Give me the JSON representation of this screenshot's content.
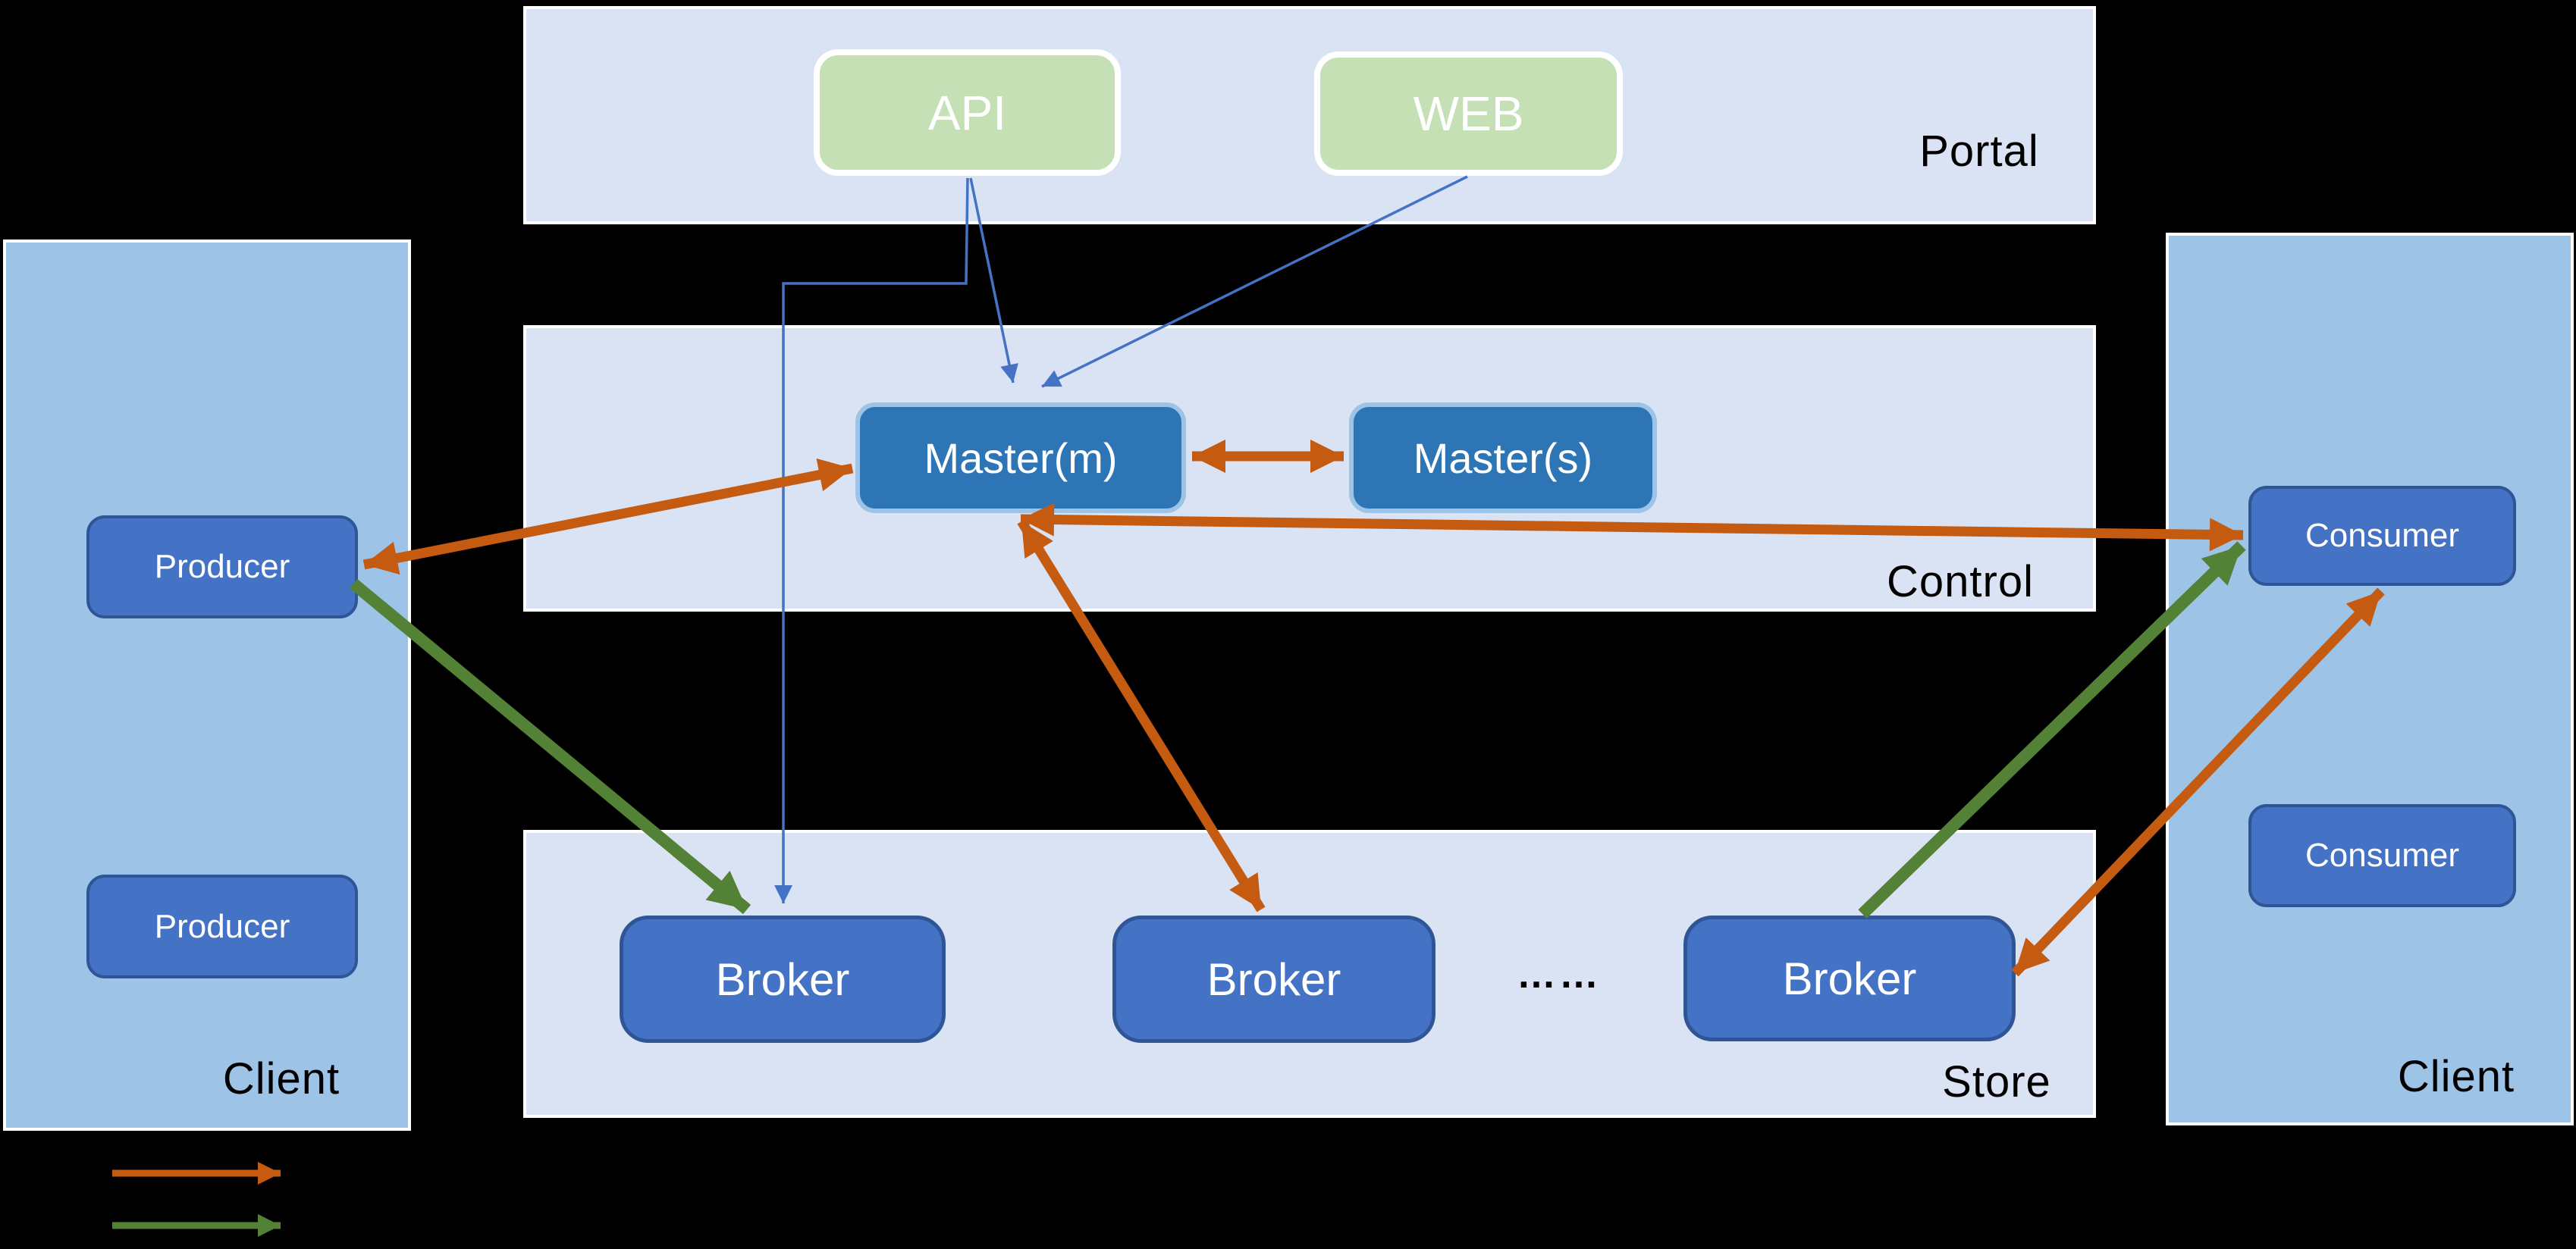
{
  "bands": {
    "portal": "Portal",
    "control": "Control",
    "store": "Store",
    "client_left": "Client",
    "client_right": "Client"
  },
  "nodes": {
    "api": "API",
    "web": "WEB",
    "master_m": "Master(m)",
    "master_s": "Master(s)",
    "producer_1": "Producer",
    "producer_2": "Producer",
    "consumer_1": "Consumer",
    "consumer_2": "Consumer",
    "broker_1": "Broker",
    "broker_2": "Broker",
    "broker_3": "Broker",
    "ellipsis": "……"
  },
  "edges": [
    {
      "from": "api",
      "to": "master_m",
      "style": "thin-blue",
      "heads": "end"
    },
    {
      "from": "web",
      "to": "master_m",
      "style": "thin-blue",
      "heads": "end"
    },
    {
      "from": "api",
      "to": "broker_1",
      "style": "thin-blue",
      "heads": "end"
    },
    {
      "from": "producer_1",
      "to": "master_m",
      "style": "orange",
      "heads": "both"
    },
    {
      "from": "master_m",
      "to": "master_s",
      "style": "orange",
      "heads": "both"
    },
    {
      "from": "master_m",
      "to": "consumer_1",
      "style": "orange",
      "heads": "both"
    },
    {
      "from": "master_m",
      "to": "broker_2",
      "style": "orange",
      "heads": "both"
    },
    {
      "from": "broker_3",
      "to": "consumer_1",
      "style": "orange",
      "heads": "both"
    },
    {
      "from": "producer_1",
      "to": "broker_1",
      "style": "green",
      "heads": "end"
    },
    {
      "from": "broker_3",
      "to": "consumer_1",
      "style": "green",
      "heads": "end"
    }
  ],
  "legend": {
    "items": [
      {
        "name": "orange-arrow",
        "color": "#c55a11",
        "label": ""
      },
      {
        "name": "green-arrow",
        "color": "#538135",
        "label": ""
      }
    ]
  },
  "colors": {
    "background": "#000000",
    "band_fill": "#dae3f3",
    "client_band_fill": "#9dc3e6",
    "green_node_fill": "#c5e0b4",
    "master_fill": "#2e75b6",
    "master_border": "#9dc3e6",
    "blue_node_fill": "#4472c4",
    "blue_node_border": "#2f5597",
    "orange_arrow": "#c55a11",
    "green_arrow": "#538135",
    "blue_arrow": "#4472c4",
    "band_label_text": "#000000",
    "node_text": "#ffffff"
  }
}
